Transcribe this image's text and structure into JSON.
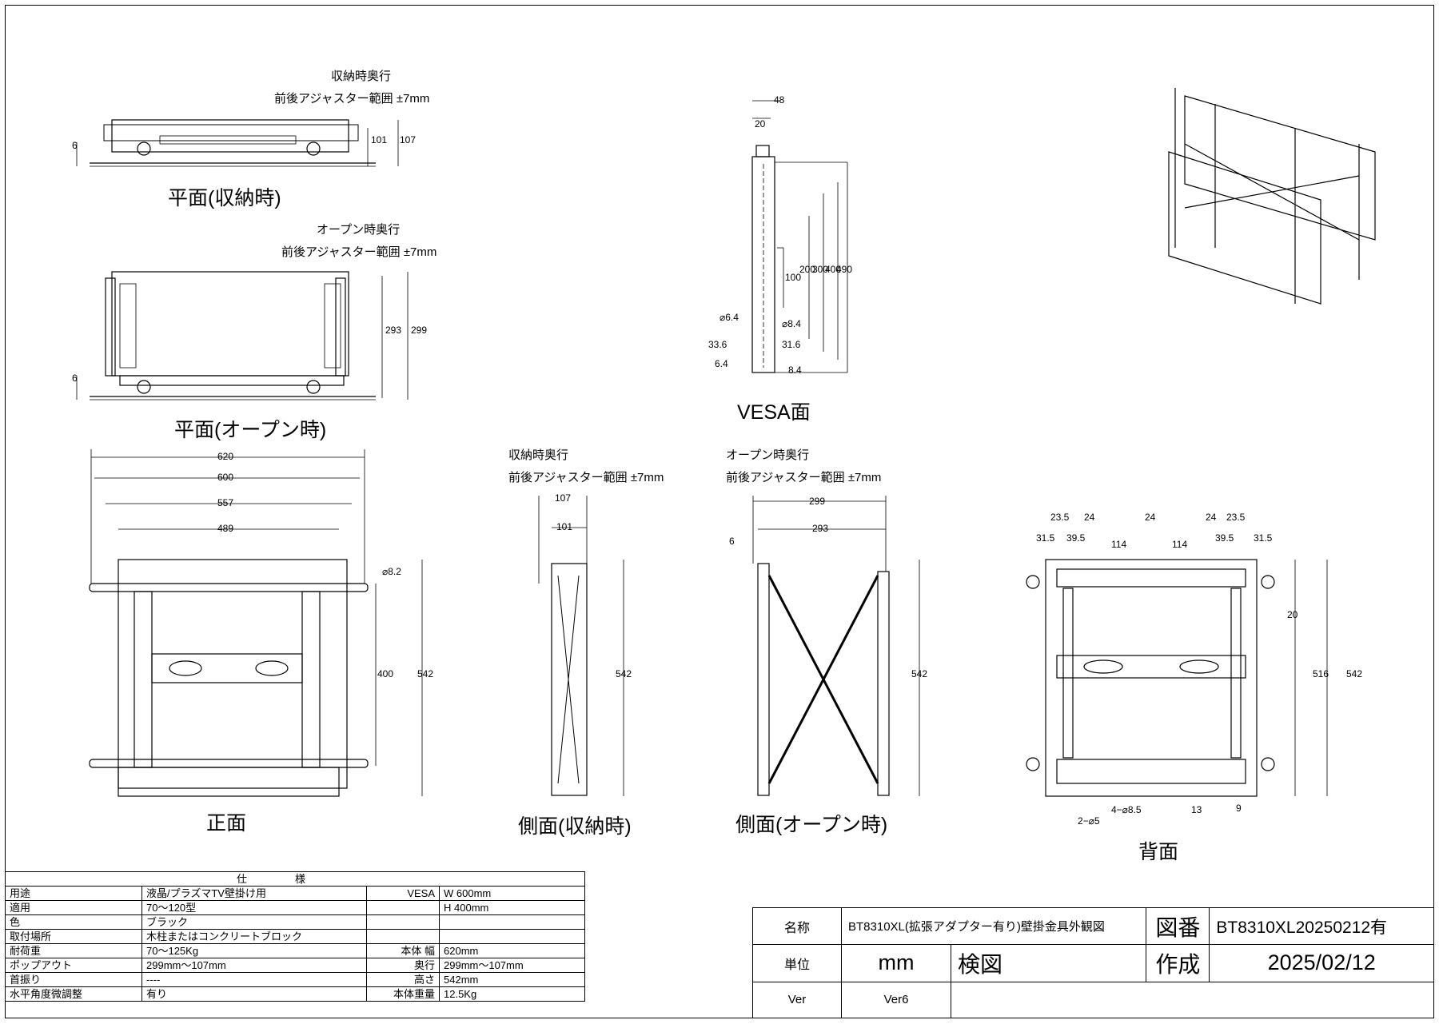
{
  "views": {
    "plan_stored": {
      "title": "平面(収納時)",
      "note1": "収納時奥行",
      "note2": "前後アジャスター範囲 ±7mm",
      "dims": [
        "6",
        "101",
        "107"
      ]
    },
    "plan_open": {
      "title": "平面(オープン時)",
      "note1": "オープン時奥行",
      "note2": "前後アジャスター範囲 ±7mm",
      "dims": [
        "6",
        "293",
        "299"
      ]
    },
    "vesa": {
      "title": "VESA面",
      "dims": [
        "48",
        "20",
        "100",
        "200",
        "300",
        "400",
        "490",
        "⌀6.4",
        "⌀8.4",
        "33.6",
        "31.6",
        "6.4",
        "8.4"
      ]
    },
    "front": {
      "title": "正面",
      "dims": [
        "620",
        "600",
        "557",
        "489",
        "⌀8.2",
        "400",
        "542"
      ]
    },
    "side_stored": {
      "title": "側面(収納時)",
      "note1": "収納時奥行",
      "note2": "前後アジャスター範囲 ±7mm",
      "dims": [
        "107",
        "101",
        "542"
      ]
    },
    "side_open": {
      "title": "側面(オープン時)",
      "note1": "オープン時奥行",
      "note2": "前後アジャスター範囲 ±7mm",
      "dims": [
        "299",
        "293",
        "6",
        "542"
      ]
    },
    "back": {
      "title": "背面",
      "dims": [
        "23.5",
        "24",
        "24",
        "24",
        "23.5",
        "31.5",
        "39.5",
        "114",
        "114",
        "39.5",
        "31.5",
        "20",
        "516",
        "542",
        "2−⌀5",
        "4−⌀8.5",
        "13",
        "9"
      ]
    }
  },
  "spec_table": {
    "header": "仕様",
    "rows": [
      [
        "用途",
        "液晶/プラズマTV壁掛け用",
        "VESA",
        "W 600mm"
      ],
      [
        "適用",
        "70〜120型",
        "",
        "H 400mm"
      ],
      [
        "色",
        "ブラック",
        "",
        ""
      ],
      [
        "取付場所",
        "木柱またはコンクリートブロック",
        "",
        ""
      ],
      [
        "耐荷重",
        "70〜125Kg",
        "本体 幅",
        "620mm"
      ],
      [
        "ポップアウト",
        "299mm〜107mm",
        "奥行",
        "299mm〜107mm"
      ],
      [
        "首振り",
        "----",
        "高さ",
        "542mm"
      ],
      [
        "水平角度微調整",
        "有り",
        "本体重量",
        "12.5Kg"
      ]
    ]
  },
  "title_block": {
    "name_label": "名称",
    "name_value": "BT8310XL(拡張アダプター有り)壁掛金具外観図",
    "drawing_no_label": "図番",
    "drawing_no_value": "BT8310XL20250212有",
    "unit_label": "単位",
    "unit_value": "mm",
    "check_label": "検図",
    "created_label": "作成",
    "created_value": "2025/02/12",
    "ver_label": "Ver",
    "ver_value": "Ver6"
  }
}
